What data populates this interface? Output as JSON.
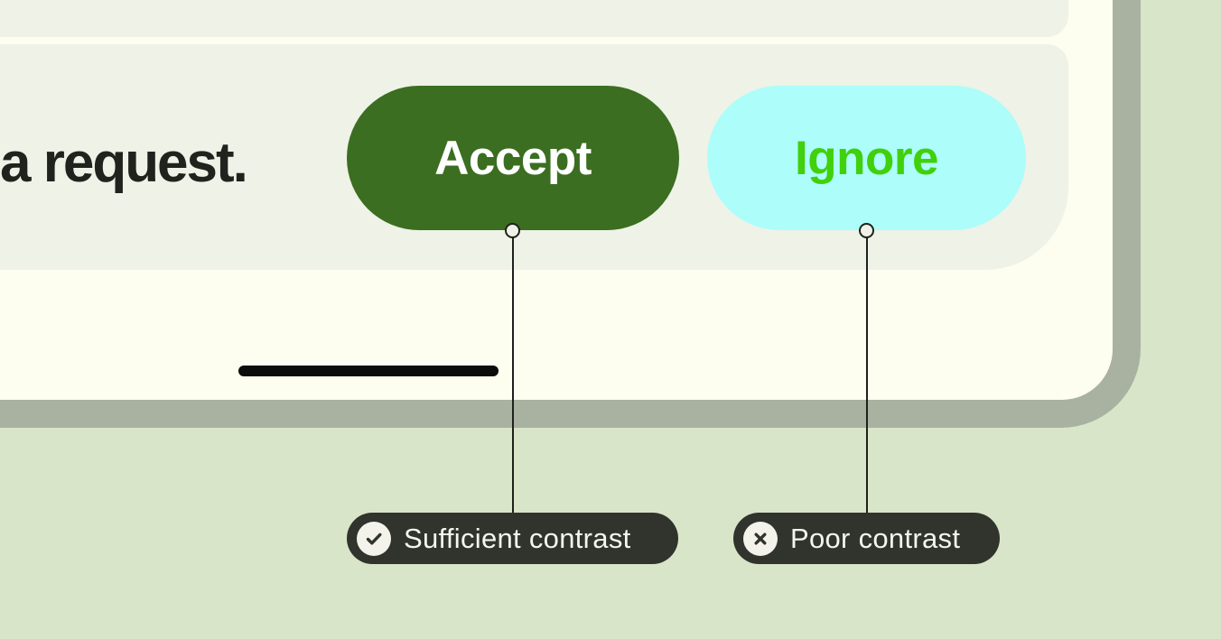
{
  "colors": {
    "page_bg": "#d8e5c8",
    "device_frame": "#a9b1a0",
    "screen_bg": "#fdfdf0",
    "card_bg": "#eef2e7",
    "accept_bg": "#3b6e20",
    "accept_fg": "#ffffff",
    "ignore_bg": "#adfdfa",
    "ignore_fg": "#41d00c",
    "callout_bg": "#31332d",
    "callout_fg": "#f5f5ef",
    "text_dark": "#20231d"
  },
  "screen": {
    "message_text": "a request.",
    "accept_button": {
      "label": "Accept"
    },
    "ignore_button": {
      "label": "Ignore"
    }
  },
  "callouts": [
    {
      "label": "Sufficient contrast",
      "icon": "check-circle-icon"
    },
    {
      "label": "Poor contrast",
      "icon": "x-circle-icon"
    }
  ]
}
